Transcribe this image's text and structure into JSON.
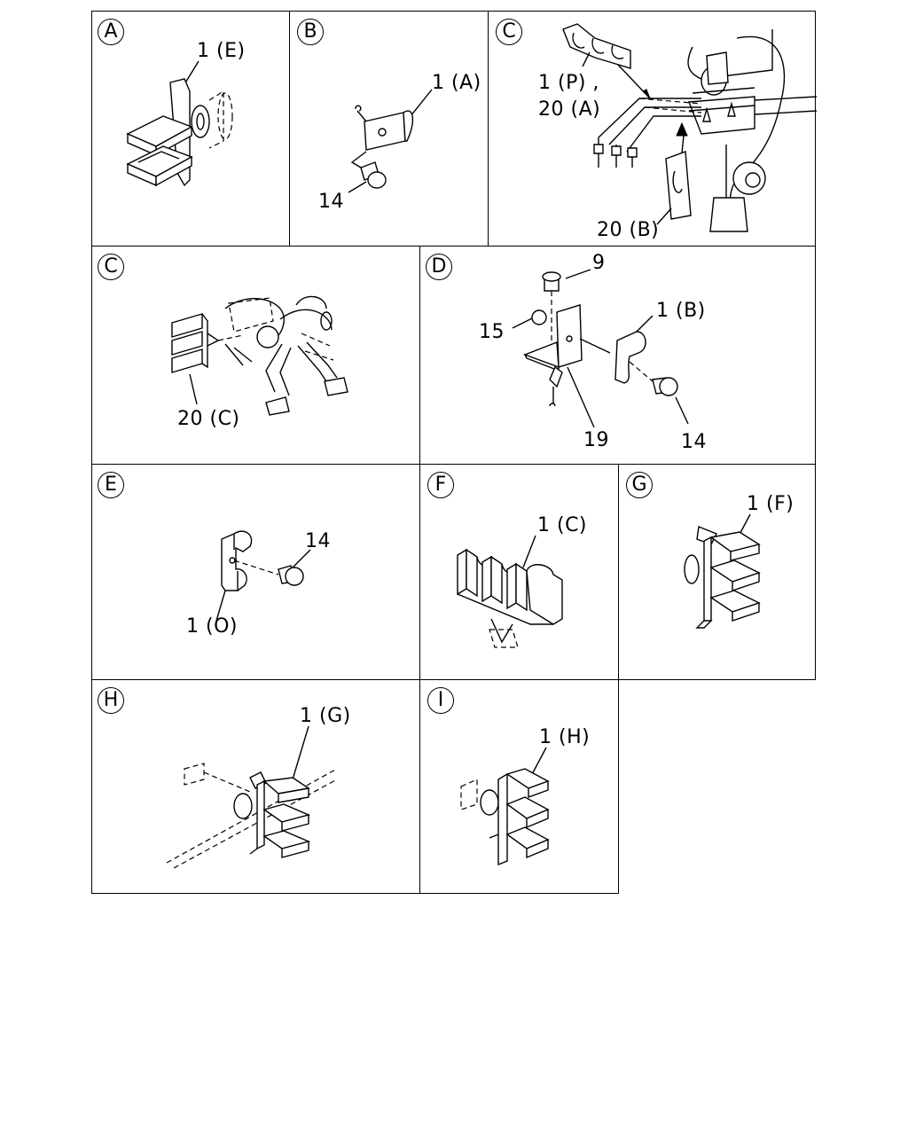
{
  "panels": {
    "a": {
      "badge": "A",
      "labels": [
        "1 (E)"
      ]
    },
    "b": {
      "badge": "B",
      "labels": [
        "1 (A)",
        "14"
      ]
    },
    "c1": {
      "badge": "C",
      "labels": [
        "1 (P) ,",
        "20 (A)",
        "20 (B)"
      ]
    },
    "c2": {
      "badge": "C",
      "labels": [
        "20 (C)"
      ]
    },
    "d": {
      "badge": "D",
      "labels": [
        "9",
        "1 (B)",
        "15",
        "19",
        "14"
      ]
    },
    "e": {
      "badge": "E",
      "labels": [
        "14",
        "1 (O)"
      ]
    },
    "f": {
      "badge": "F",
      "labels": [
        "1 (C)"
      ]
    },
    "g": {
      "badge": "G",
      "labels": [
        "1 (F)"
      ]
    },
    "h": {
      "badge": "H",
      "labels": [
        "1 (G)"
      ]
    },
    "i": {
      "badge": "I",
      "labels": [
        "1 (H)"
      ]
    }
  }
}
